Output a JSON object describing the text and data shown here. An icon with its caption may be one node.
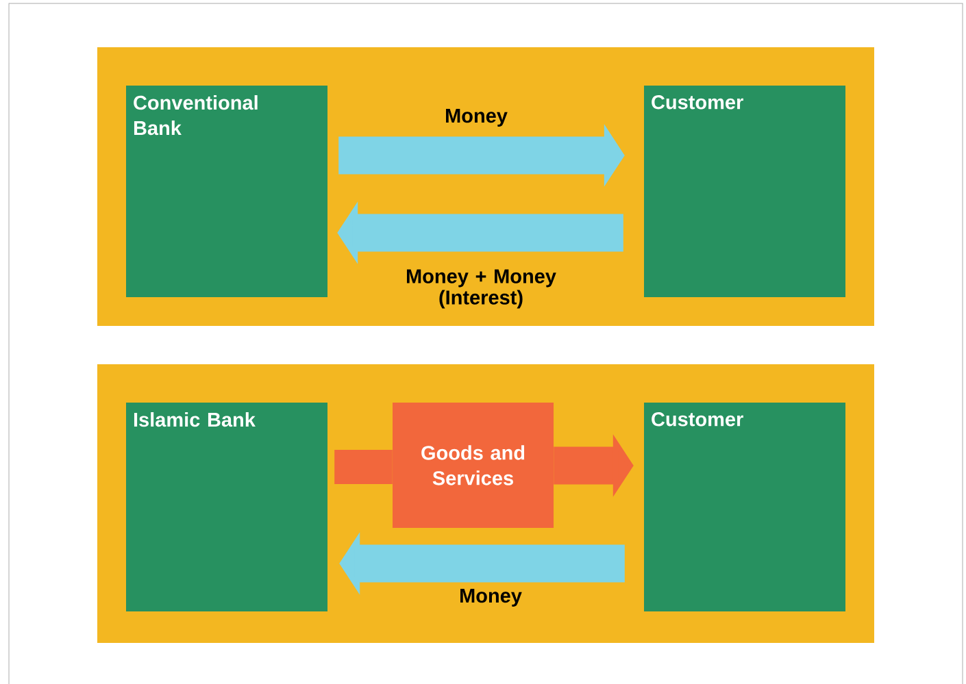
{
  "diagram": {
    "nodes": [
      {
        "text": [],
        "shape": "box"
      },
      {
        "text": [
          "Conventional Bank"
        ],
        "in": 0
      },
      {
        "text": [
          "Customer"
        ],
        "in": 0
      },
      {
        "text": [],
        "shape": "box"
      },
      {
        "text": [
          "Islamic Bank"
        ],
        "in": 3
      },
      {
        "text": [
          "Goods and Services"
        ],
        "in": 3
      },
      {
        "text": [
          "Customer"
        ],
        "in": 3
      }
    ],
    "edges": [
      {
        "from": 1,
        "to": 2,
        "arrow": "to",
        "label": "Money"
      },
      {
        "from": 2,
        "to": 1,
        "arrow": "to",
        "label": "Money + Money (Interest)"
      },
      {
        "from": 4,
        "to": 5,
        "arrow": "none",
        "color": "#f2673c"
      },
      {
        "from": 5,
        "to": 6,
        "arrow": "to",
        "color": "#f2673c"
      },
      {
        "from": 6,
        "to": 4,
        "arrow": "to",
        "label": "Money"
      }
    ]
  }
}
